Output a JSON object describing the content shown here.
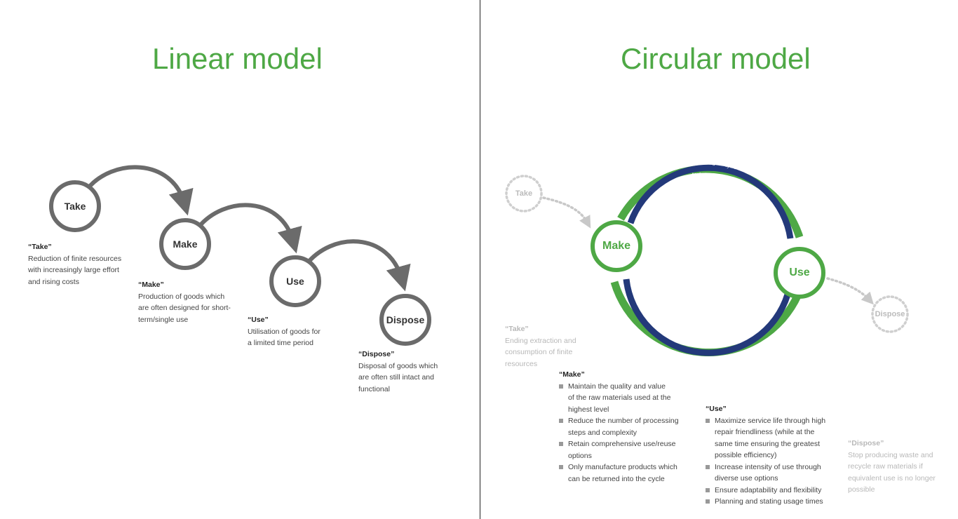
{
  "linear": {
    "title": "Linear model",
    "steps": [
      {
        "label": "Take",
        "head": "“Take”",
        "lines": [
          "Reduction of finite resources",
          "with increasingly large effort",
          "and rising costs"
        ]
      },
      {
        "label": "Make",
        "head": "“Make”",
        "lines": [
          "Production of goods which",
          "are often designed for short-",
          "term/single use"
        ]
      },
      {
        "label": "Use",
        "head": "“Use”",
        "lines": [
          "Utilisation of goods for",
          "a limited time period"
        ]
      },
      {
        "label": "Dispose",
        "head": "“Dispose”",
        "lines": [
          "Disposal of goods which",
          "are often still intact and",
          "functional"
        ]
      }
    ]
  },
  "circular": {
    "title": "Circular model",
    "cycles": {
      "biological": "biological cycle",
      "technical": "technical cycle"
    },
    "nodes": {
      "take": "Take",
      "make": "Make",
      "use": "Use",
      "dispose": "Dispose"
    },
    "take_note": {
      "head": "“Take”",
      "lines": [
        "Ending extraction and",
        "consumption of finite",
        "resources"
      ]
    },
    "make_note": {
      "head": "“Make”",
      "items": [
        [
          "Maintain the quality and value",
          "of the raw materials used at the",
          "highest level"
        ],
        [
          "Reduce the number of processing",
          "steps and complexity"
        ],
        [
          "Retain comprehensive use/reuse",
          "options"
        ],
        [
          "Only manufacture products which",
          "can be returned into the cycle"
        ]
      ]
    },
    "use_note": {
      "head": "“Use”",
      "items": [
        [
          "Maximize service life through high",
          "repair friendliness (while at the",
          "same time ensuring the greatest",
          "possible efficiency)"
        ],
        [
          "Increase intensity of use through",
          "diverse use options"
        ],
        [
          "Ensure adaptability and flexibility"
        ],
        [
          "Planning and stating usage times"
        ]
      ]
    },
    "dispose_note": {
      "head": "“Dispose”",
      "lines": [
        "Stop producing waste and",
        "recycle raw materials if",
        "equivalent use is no longer",
        "possible"
      ]
    }
  },
  "colors": {
    "green": "#4ea845",
    "navy": "#23397a",
    "gray": "#6b6b6b",
    "faint": "#c8c8c8"
  }
}
